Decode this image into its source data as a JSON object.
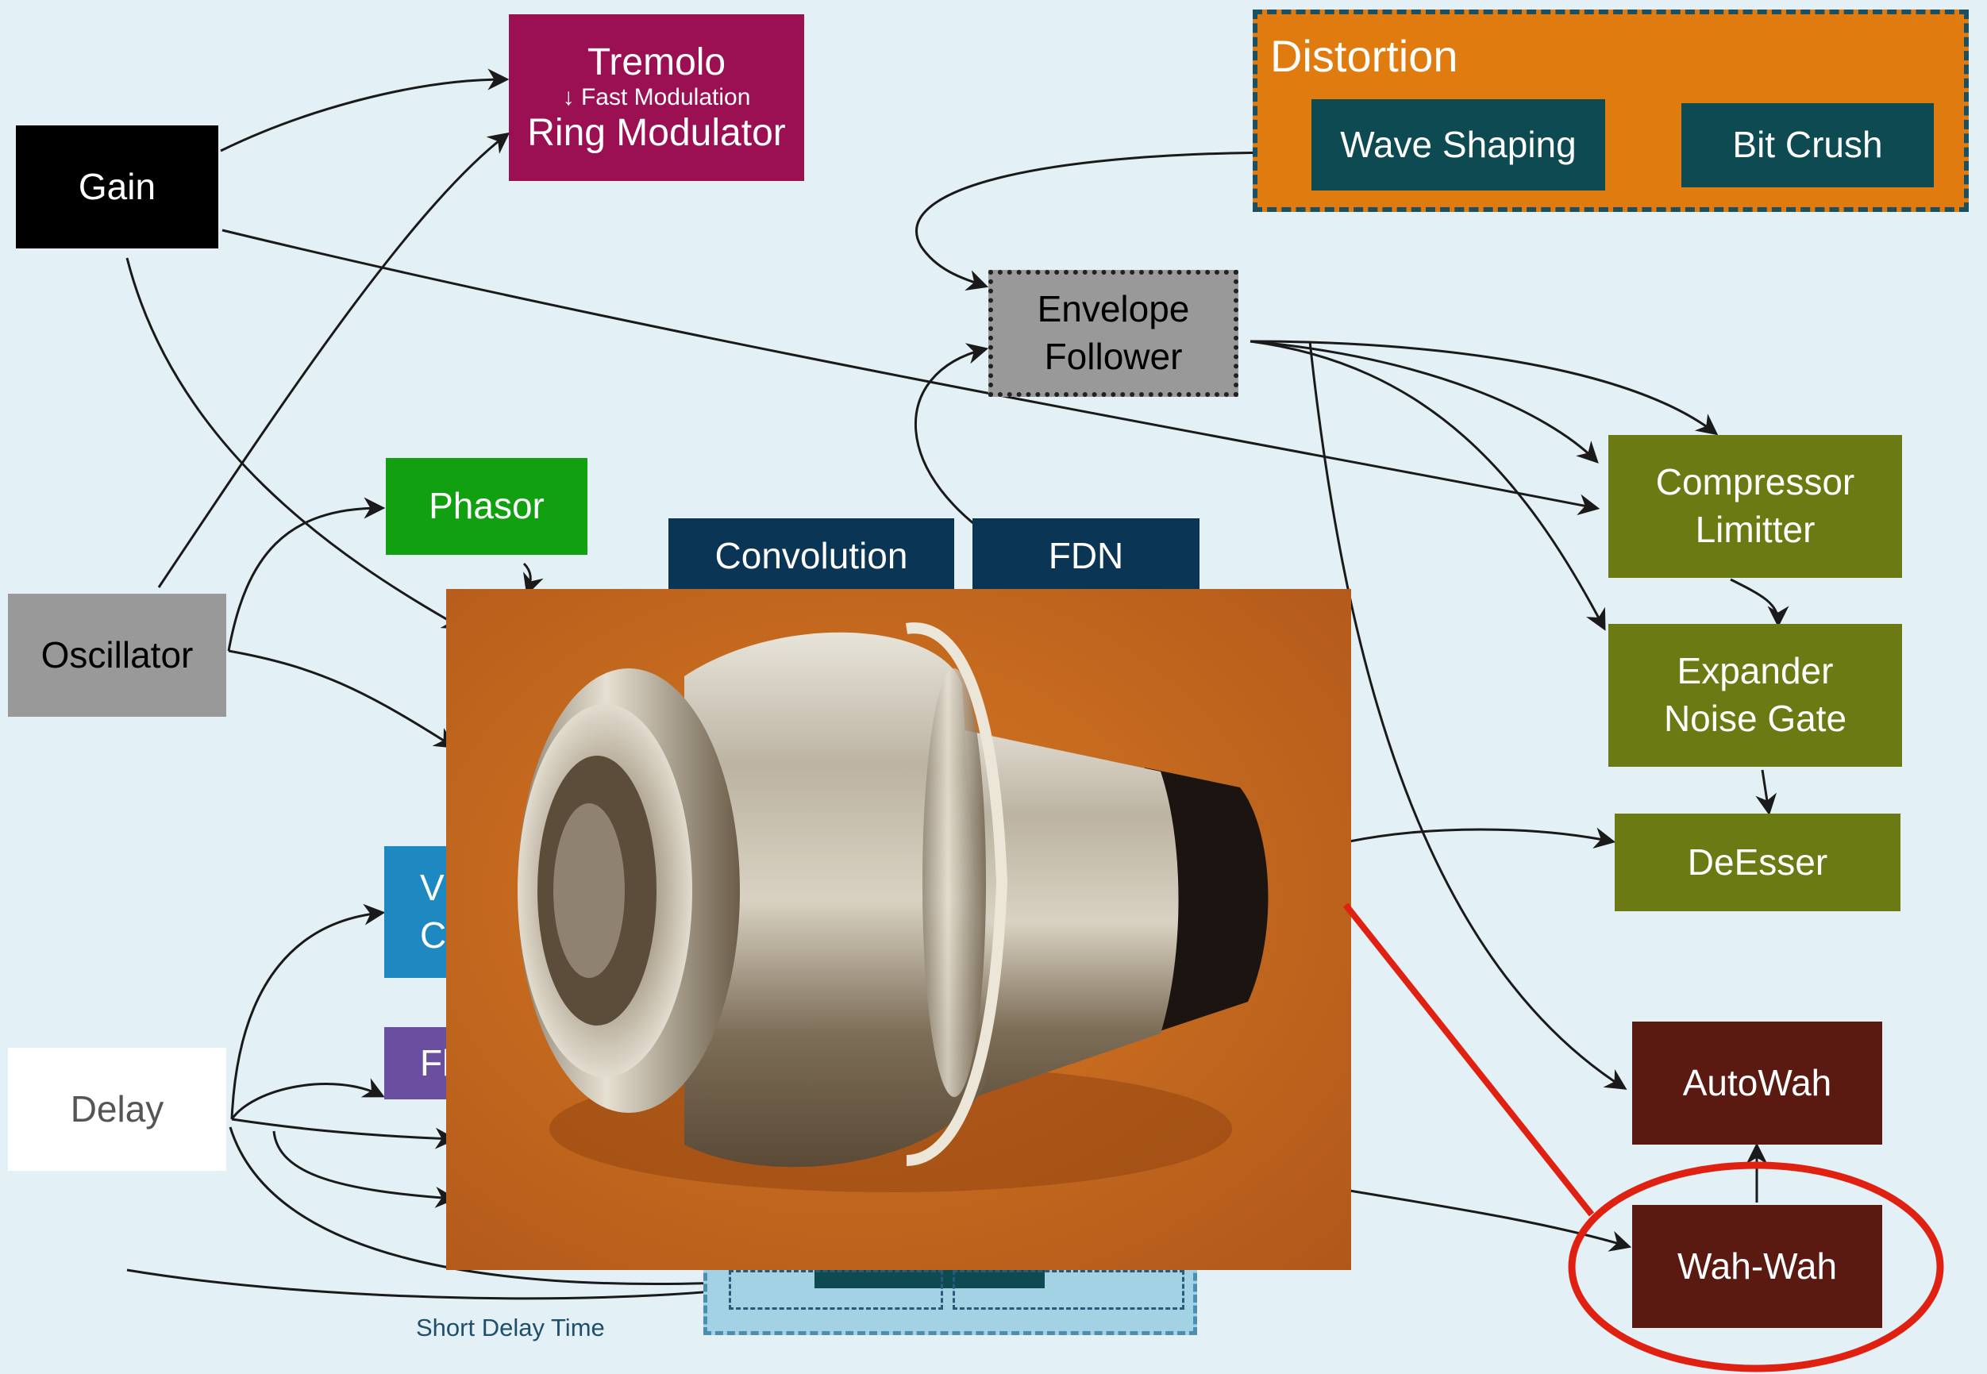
{
  "diagram": {
    "nodes": {
      "gain": "Gain",
      "oscillator": "Oscillator",
      "delay": "Delay",
      "tremolo_line1": "Tremolo",
      "tremolo_line2": "↓ Fast Modulation",
      "tremolo_line3": "Ring Modulator",
      "phasor": "Phasor",
      "convolution": "Convolution",
      "fdn": "FDN",
      "vibrato_partial_1": "V",
      "vibrato_partial_2": "C",
      "flanger_partial": "Fl",
      "envelope_line1": "Envelope",
      "envelope_line2": "Follower",
      "compressor_line1": "Compressor",
      "compressor_line2": "Limitter",
      "expander_line1": "Expander",
      "expander_line2": "Noise Gate",
      "deesser": "DeEsser",
      "autowah": "AutoWah",
      "wahwah": "Wah-Wah"
    },
    "groups": {
      "distortion": {
        "title": "Distortion",
        "items": [
          "Wave Shaping",
          "Bit Crush"
        ]
      }
    },
    "caption": "Short Delay Time",
    "colors": {
      "background": "#e3f0f6",
      "tremolo": "#9a1052",
      "phasor": "#10a010",
      "reverb": "#0b3555",
      "distortion": "#e07b10",
      "distortion_items": "#0e4a52",
      "dynamics": "#6b7a13",
      "wah": "#5a1a12",
      "highlight": "#e02010"
    },
    "photo": {
      "subject": "trumpet wah-wah mute",
      "background": "#c8661a"
    }
  }
}
